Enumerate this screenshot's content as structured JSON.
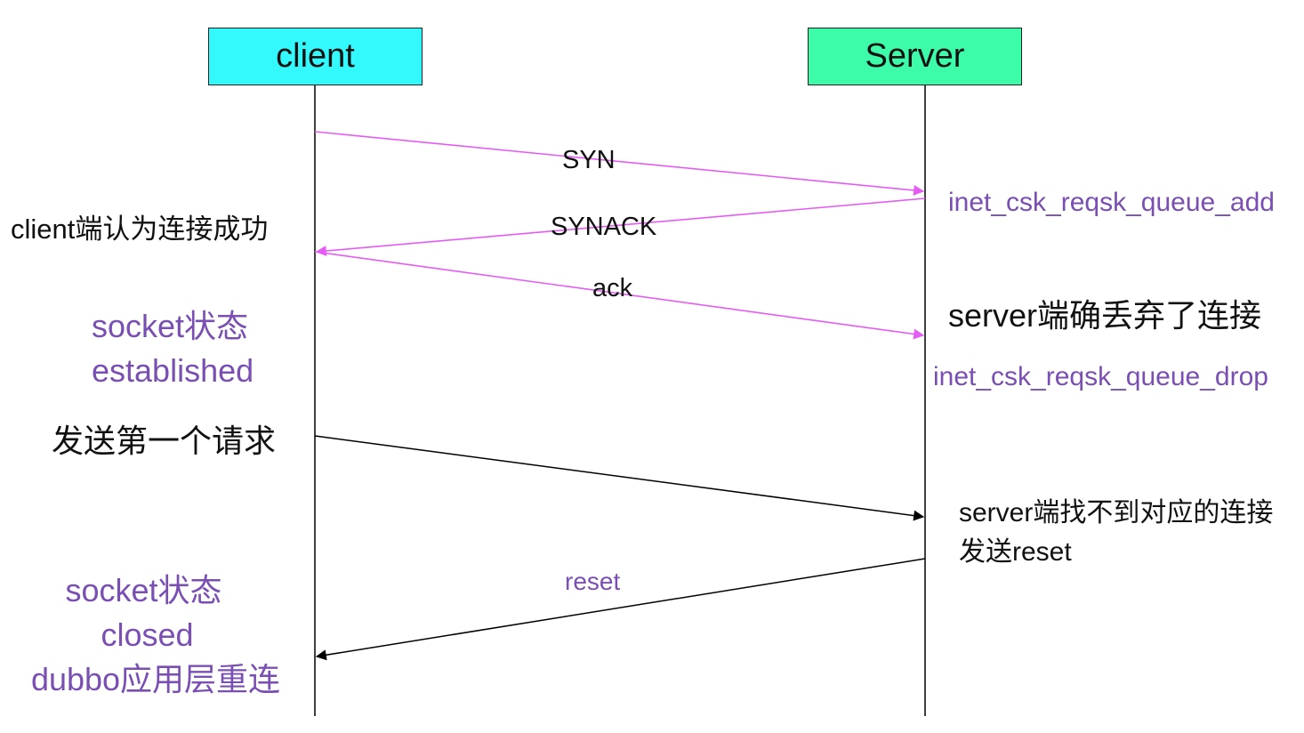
{
  "participants": {
    "client": "client",
    "server": "Server"
  },
  "messages": {
    "syn": "SYN",
    "synack": "SYNACK",
    "ack": "ack",
    "reset": "reset"
  },
  "client_notes": {
    "connect_success": "client端认为连接成功",
    "state_established_1": "socket状态",
    "state_established_2": "established",
    "send_first_request": "发送第一个请求",
    "state_closed_1": "socket状态",
    "state_closed_2": "closed",
    "state_closed_3": "dubbo应用层重连"
  },
  "server_notes": {
    "queue_add": "inet_csk_reqsk_queue_add",
    "drop_conn": "server端确丢弃了连接",
    "queue_drop": "inet_csk_reqsk_queue_drop",
    "not_found_1": "server端找不到对应的连接",
    "not_found_2": "发送reset"
  },
  "colors": {
    "client_box": "#33f9fc",
    "server_box": "#3dfca9",
    "handshake_arrow": "#e55cf5",
    "data_arrow": "#000000",
    "note_purple": "#7a4fb3"
  }
}
